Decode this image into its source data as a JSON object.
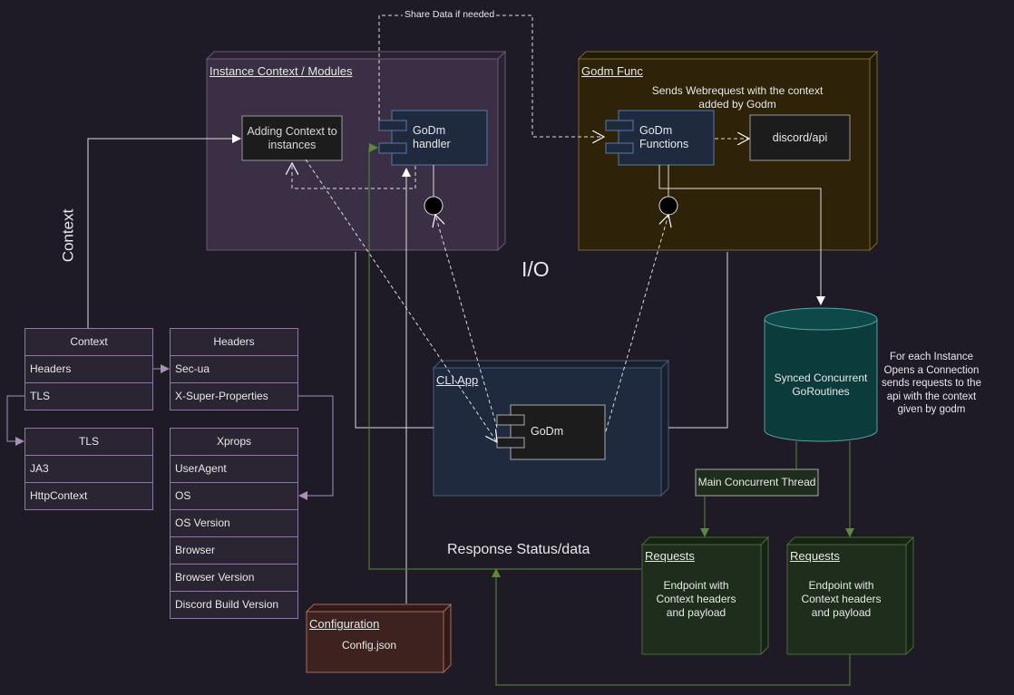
{
  "diagram": {
    "instance_context": {
      "title": "Instance Context / Modules",
      "adding_context": "Adding Context to instances",
      "handler": "GoDm handler"
    },
    "godm_func": {
      "title": "Godm Func",
      "note": "Sends Webrequest with the context added by Godm",
      "functions": "GoDm Functions",
      "discord_api": "discord/api"
    },
    "share_data": "Share Data if needed",
    "io_label": "I/O",
    "context_label": "Context",
    "cli_app": {
      "title": "CLI App",
      "godm": "GoDm"
    },
    "synced": "Synced Concurrent GoRoutines",
    "instance_note": "For each Instance Opens a Connection sends requests to the api with the context given by godm",
    "main_thread": "Main Concurrent Thread",
    "response_label": "Response Status/data",
    "requests": [
      {
        "title": "Requests",
        "body": "Endpoint with Context headers and payload"
      },
      {
        "title": "Requests",
        "body": "Endpoint with Context headers and payload"
      }
    ],
    "configuration": {
      "title": "Configuration",
      "file": "Config.json"
    },
    "tables": {
      "context": {
        "header": "Context",
        "rows": [
          "Headers",
          "TLS"
        ]
      },
      "headers": {
        "header": "Headers",
        "rows": [
          "Sec-ua",
          "X-Super-Properties"
        ]
      },
      "tls": {
        "header": "TLS",
        "rows": [
          "JA3",
          "HttpContext"
        ]
      },
      "xprops": {
        "header": "Xprops",
        "rows": [
          "UserAgent",
          "OS",
          "OS Version",
          "Browser",
          "Browser Version",
          "Discord Build Version"
        ]
      }
    }
  },
  "colors": {
    "background": "#1e1a26",
    "instance_fill": "#3a2f44",
    "godm_fill": "#2e2308",
    "cli_fill": "#1f2a3e",
    "db_fill": "#0c3b3b",
    "requests_fill": "#1f2e1c",
    "config_fill": "#3e2220",
    "green_wire": "#5a8a3a",
    "purple_wire": "#a690b8"
  }
}
